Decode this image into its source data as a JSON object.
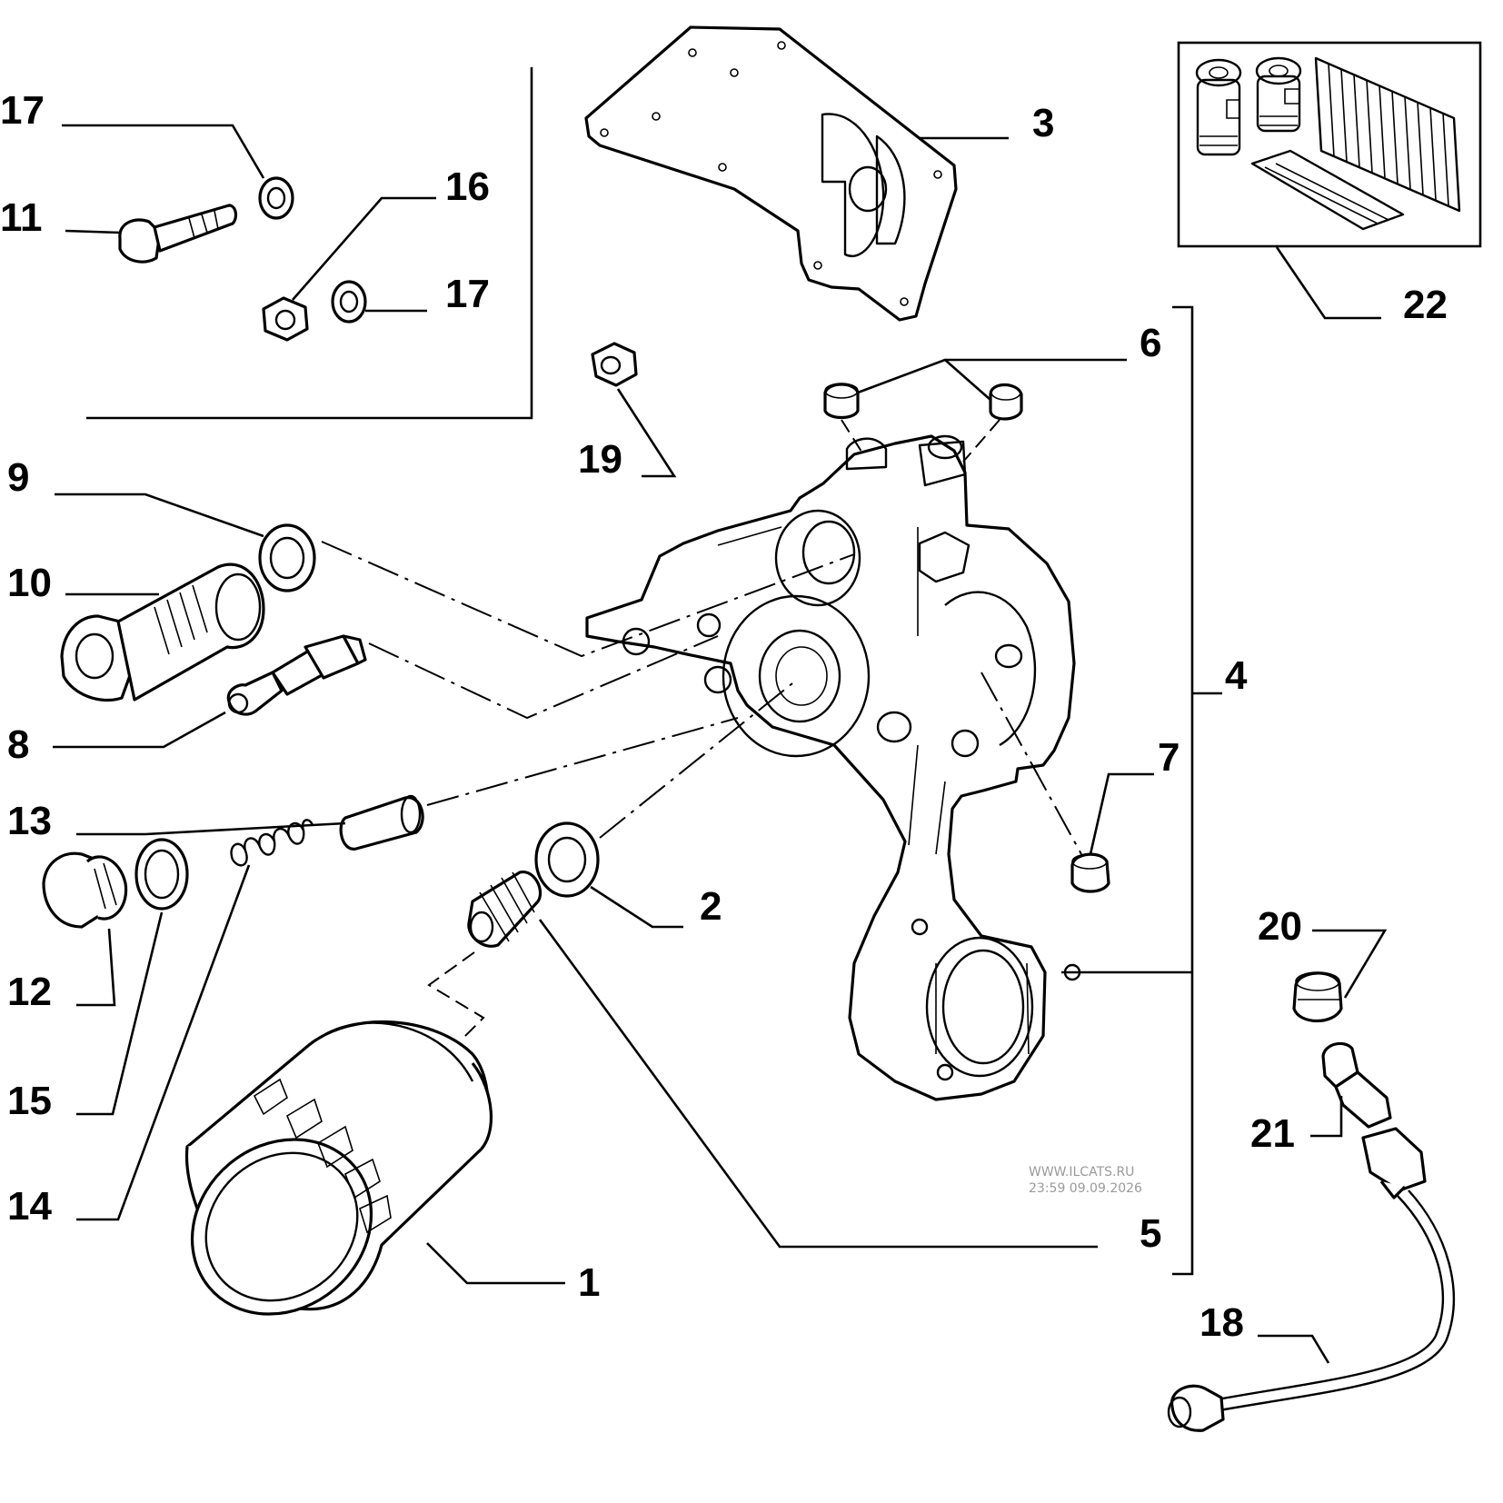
{
  "labels": {
    "p1": "1",
    "p2": "2",
    "p3": "3",
    "p4": "4",
    "p5": "5",
    "p6": "6",
    "p7": "7",
    "p8": "8",
    "p9": "9",
    "p10": "10",
    "p11": "11",
    "p12": "12",
    "p13": "13",
    "p14": "14",
    "p15": "15",
    "p16": "16",
    "p17a": "17",
    "p17b": "17",
    "p18": "18",
    "p19": "19",
    "p20": "20",
    "p21": "21",
    "p22": "22"
  },
  "watermark": {
    "site": "WWW.ILCATS.RU",
    "timestamp": "23:59 09.09.2026"
  }
}
